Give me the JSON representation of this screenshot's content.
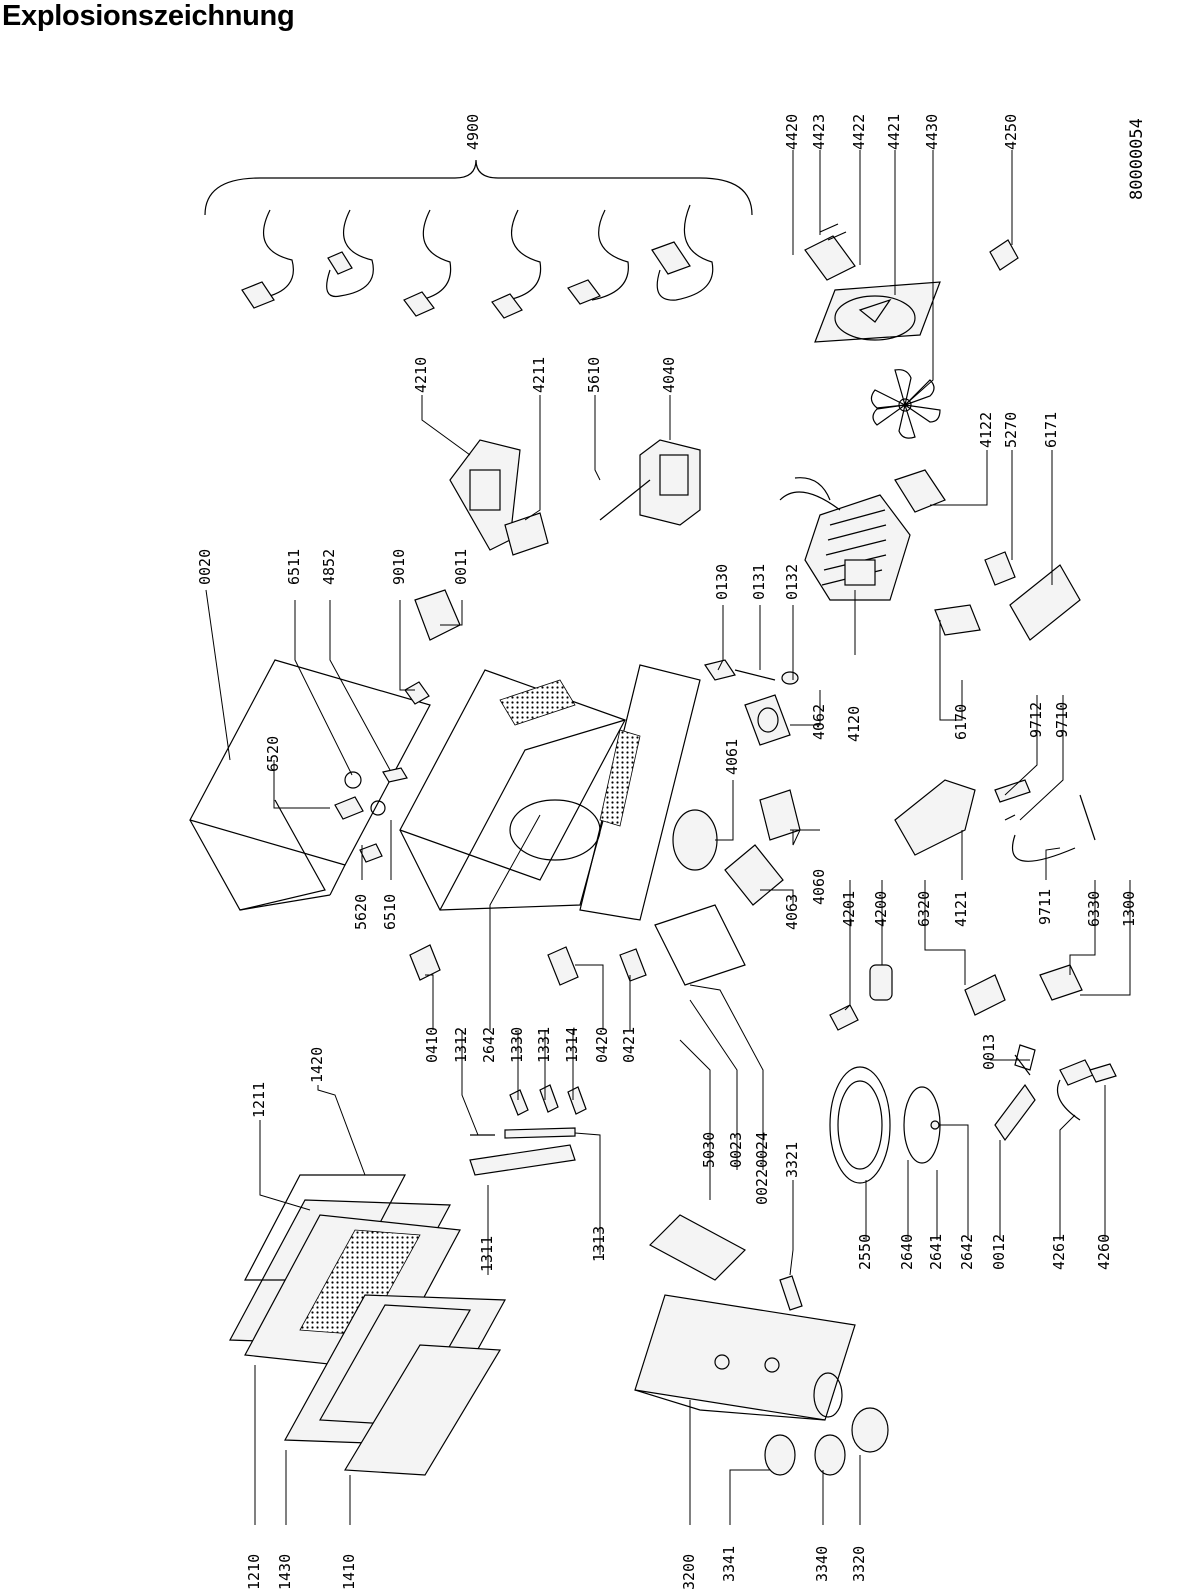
{
  "title": "Explosionszeichnung",
  "document_number": "80000054",
  "part_labels": [
    "4900",
    "4420",
    "4423",
    "4422",
    "4421",
    "4430",
    "4250",
    "4210",
    "4211",
    "5610",
    "4040",
    "4122",
    "5270",
    "6171",
    "0020",
    "6511",
    "4852",
    "9010",
    "0011",
    "0130",
    "0131",
    "0132",
    "4120",
    "6170",
    "4062",
    "4061",
    "4060",
    "4063",
    "9712",
    "9710",
    "9711",
    "6520",
    "5620",
    "6510",
    "4201",
    "4200",
    "6320",
    "4121",
    "6330",
    "1300",
    "0410",
    "1312",
    "2642",
    "1330",
    "1331",
    "1314",
    "0420",
    "0421",
    "1211",
    "1420",
    "5030",
    "0023",
    "0024",
    "0022",
    "3321",
    "0013",
    "2550",
    "2640",
    "2641",
    "2642",
    "0012",
    "4261",
    "4260",
    "1311",
    "1313",
    "1210",
    "1430",
    "1410",
    "3200",
    "3341",
    "3340",
    "3320"
  ]
}
